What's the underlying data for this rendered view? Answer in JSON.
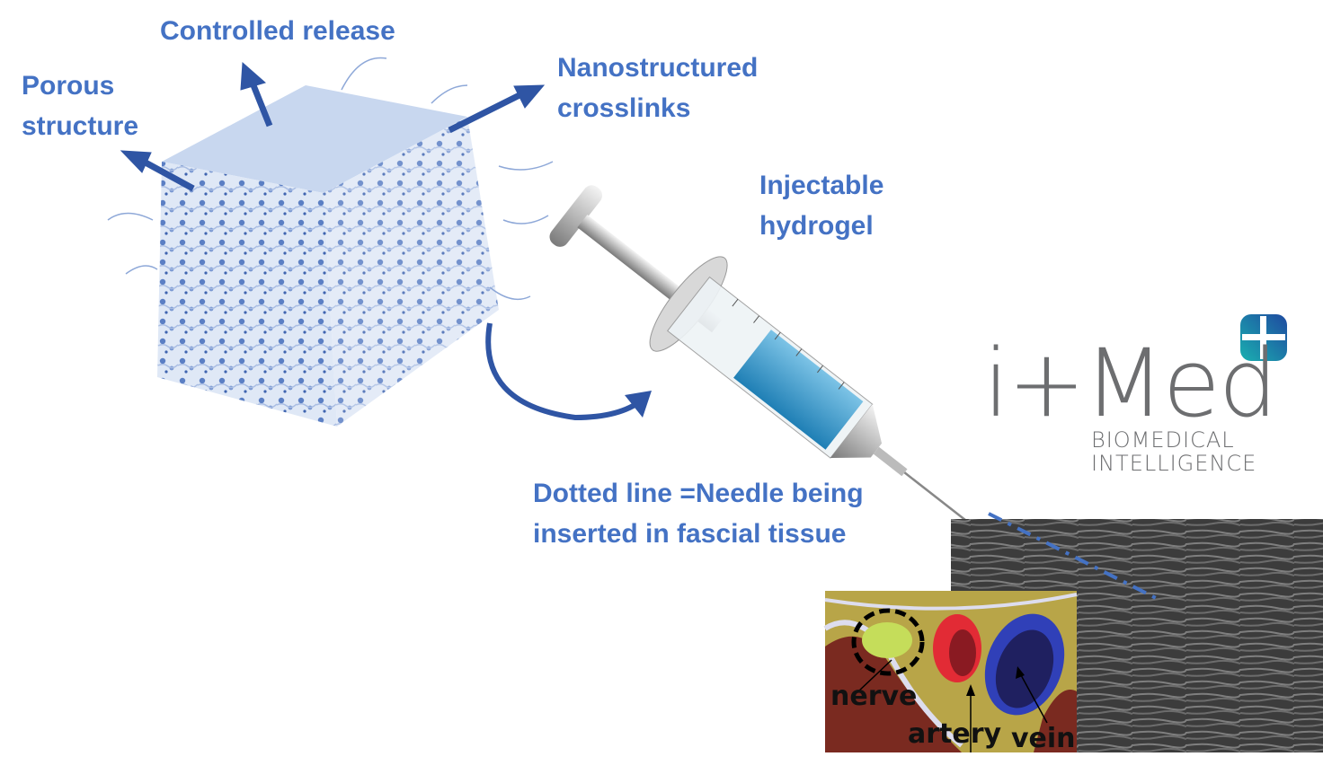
{
  "labels": {
    "controlled_release": "Controlled release",
    "porous_line1": "Porous",
    "porous_line2": "structure",
    "nano_line1": "Nanostructured",
    "nano_line2": "crosslinks",
    "injectable_line1": "Injectable",
    "injectable_line2": "hydrogel",
    "needle_line1": "Dotted line =Needle being",
    "needle_line2": "inserted in fascial tissue"
  },
  "logo": {
    "name": "i+Med",
    "tagline_line1": "BIOMEDICAL",
    "tagline_line2": "INTELLIGENCE"
  },
  "anatomy": {
    "nerve": "nerve",
    "artery": "artery",
    "vein": "vein"
  },
  "colors": {
    "label_blue": "#4472c4",
    "arrow_blue": "#2f55a4",
    "logo_gray": "#6d6e70"
  }
}
